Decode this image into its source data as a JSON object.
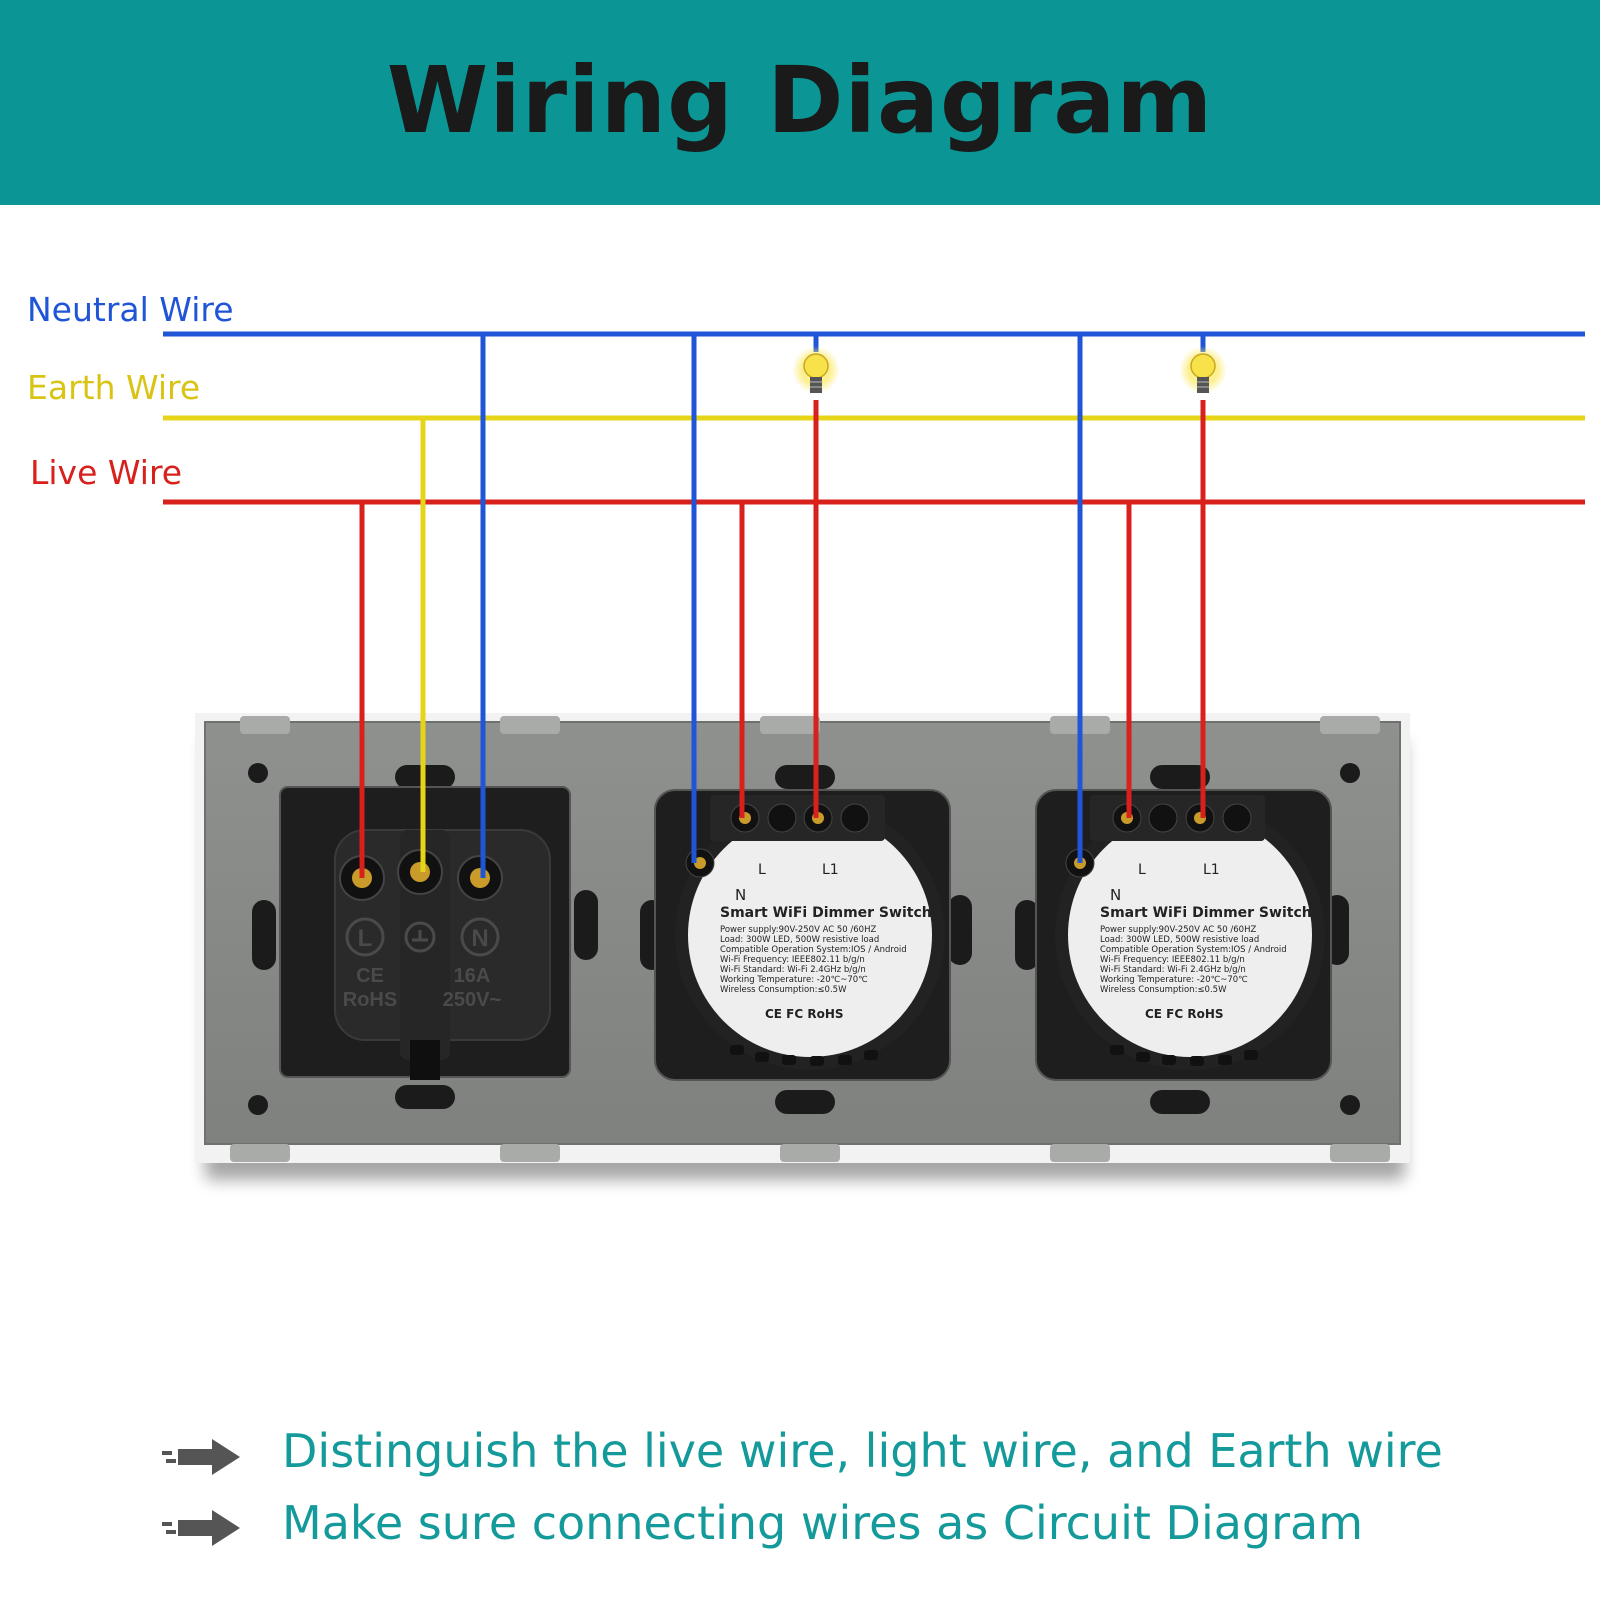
{
  "title": "Wiring Diagram",
  "wires": [
    {
      "label": "Neutral Wire",
      "color": "#1f55d6"
    },
    {
      "label": "Earth Wire",
      "color": "#e6d418"
    },
    {
      "label": "Live Wire",
      "color": "#d8201c"
    }
  ],
  "socket": {
    "terminals": [
      "L",
      "N"
    ],
    "marks": [
      "CE",
      "RoHS",
      "16A",
      "250V~"
    ]
  },
  "dimmer_module": {
    "terminal_labels": [
      "N",
      "L",
      "L1"
    ],
    "name": "Smart WiFi Dimmer Switch",
    "specs": [
      "Power supply:90V-250V AC  50 /60HZ",
      "Load: 300W LED, 500W resistive load",
      "Compatible Operation System:IOS / Android",
      "Wi-Fi Frequency: IEEE802.11 b/g/n",
      "Wi-Fi Standard: Wi-Fi 2.4GHz b/g/n",
      "Working Temperature: -20℃~70℃",
      "Wireless Consumption:≤0.5W"
    ],
    "certifications": "CE FC RoHS"
  },
  "notes": [
    "Distinguish the live wire, light wire,  and Earth wire",
    "Make sure connecting wires as Circuit Diagram"
  ],
  "colors": {
    "header_bg": "#0b9595",
    "note_text": "#149a9a",
    "panel": "#8a8c8a",
    "module": "#1e1e1e",
    "bulb": "#f7e24a"
  }
}
